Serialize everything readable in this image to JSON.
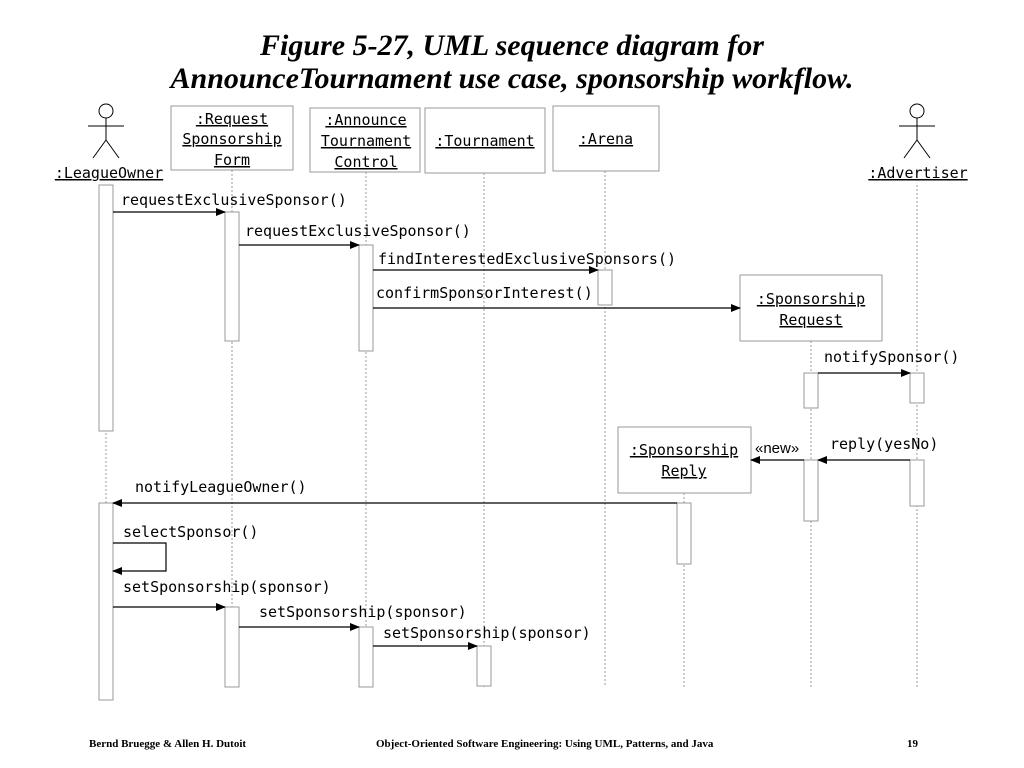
{
  "title": {
    "line1": "Figure 5-27, UML sequence diagram for",
    "line2": "AnnounceTournament use case, sponsorship workflow."
  },
  "objects": {
    "league_owner": ":LeagueOwner",
    "request_form": [
      ":Request",
      "Sponsorship",
      "Form"
    ],
    "announce_control": [
      ":Announce",
      "Tournament",
      "Control"
    ],
    "tournament": ":Tournament",
    "arena": ":Arena",
    "sponsorship_request": [
      ":Sponsorship",
      "Request"
    ],
    "advertiser": ":Advertiser",
    "sponsorship_reply": [
      ":Sponsorship",
      "Reply"
    ]
  },
  "messages": {
    "request_exclusive_sponsor_1": "requestExclusiveSponsor()",
    "request_exclusive_sponsor_2": "requestExclusiveSponsor()",
    "find_interested": "findInterestedExclusiveSponsors()",
    "confirm_interest": "confirmSponsorInterest()",
    "notify_sponsor": "notifySponsor()",
    "reply": "reply(yesNo)",
    "create_new": "«new»",
    "notify_league_owner": "notifyLeagueOwner()",
    "select_sponsor": "selectSponsor()",
    "set_sponsorship_1": "setSponsorship(sponsor)",
    "set_sponsorship_2": "setSponsorship(sponsor)",
    "set_sponsorship_3": "setSponsorship(sponsor)"
  },
  "footer": {
    "authors": "Bernd Bruegge & Allen H. Dutoit",
    "book": "Object-Oriented Software Engineering: Using UML, Patterns, and Java",
    "page": "19"
  }
}
